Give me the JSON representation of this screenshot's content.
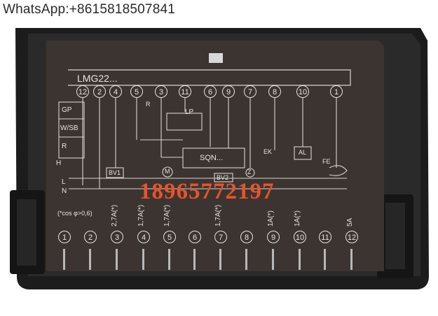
{
  "watermark": "WhatsApp:+8615818507841",
  "phone_overlay": "18965772197",
  "panel": {
    "model": "LMG22...",
    "unit_label": "SQN...",
    "lp_label": "LP",
    "bv1": "BV1",
    "bv2": "BV2",
    "ek": "EK",
    "al": "AL",
    "fe": "FE",
    "m": "M",
    "z": "Z",
    "r_small": "R"
  },
  "left_box": [
    "GP",
    "W/SB",
    "R",
    "H",
    "L",
    "N"
  ],
  "top_terminals": [
    "12",
    "2",
    "4",
    "5",
    "3",
    "11",
    "6",
    "9",
    "7",
    "8",
    "10",
    "1"
  ],
  "bottom_terminals": [
    "1",
    "2",
    "3",
    "4",
    "5",
    "6",
    "7",
    "8",
    "9",
    "10",
    "11",
    "12"
  ],
  "ratings": {
    "cos": "(*cos φ>0,6)",
    "t3": "2,7A(*)",
    "t4": "1,7A(*)",
    "t5": "1,7A(*)",
    "t7": "1,7A(*)",
    "t9": "1A(*)",
    "t10": "1A(*)",
    "t12": "5A"
  }
}
